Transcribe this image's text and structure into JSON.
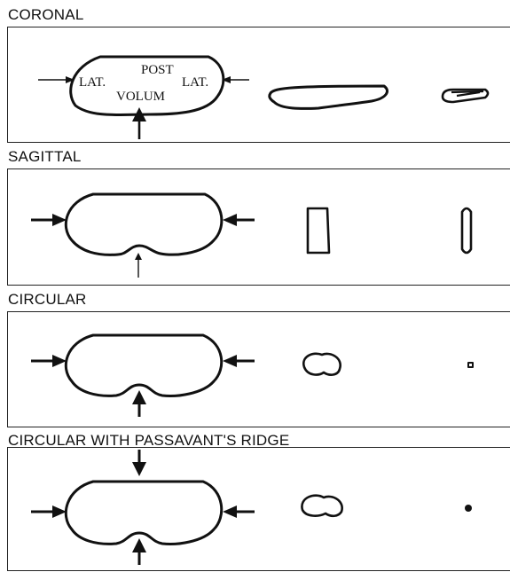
{
  "figure": {
    "sections": [
      {
        "id": "coronal",
        "label": "CORONAL",
        "annotations": {
          "lat_left": "LAT.",
          "post": "POST",
          "lat_right": "LAT.",
          "volum": "VOLUM"
        }
      },
      {
        "id": "sagittal",
        "label": "SAGITTAL"
      },
      {
        "id": "circular",
        "label": "CIRCULAR"
      },
      {
        "id": "circular-passavant",
        "label": "CIRCULAR WITH PASSAVANT'S RIDGE"
      }
    ]
  }
}
